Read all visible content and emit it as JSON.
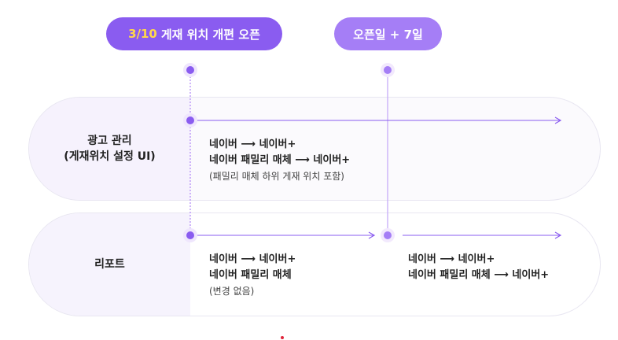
{
  "header": {
    "open_date": "3/10",
    "open_text": "게재 위치 개편 오픈",
    "plus7": "오픈일 + 7일"
  },
  "rows": {
    "ads": {
      "title_line1": "광고 관리",
      "title_line2": "(게재위치 설정 UI)",
      "cell1": {
        "line1": "네이버 ⟶ 네이버+",
        "line2": "네이버 패밀리 매체 ⟶ 네이버+",
        "note": "(패밀리 매체 하위 게재 위치 포함)"
      }
    },
    "report": {
      "title": "리포트",
      "cell1": {
        "line1": "네이버 ⟶ 네이버+",
        "line2": "네이버 패밀리 매체",
        "note": "(변경 없음)"
      },
      "cell2": {
        "line1": "네이버 ⟶ 네이버+",
        "line2": "네이버 패밀리 매체 ⟶ 네이버+"
      }
    }
  },
  "colors": {
    "accent": "#8a5cf0",
    "accent_light": "#a57ef6",
    "highlight": "#ffd84a"
  }
}
